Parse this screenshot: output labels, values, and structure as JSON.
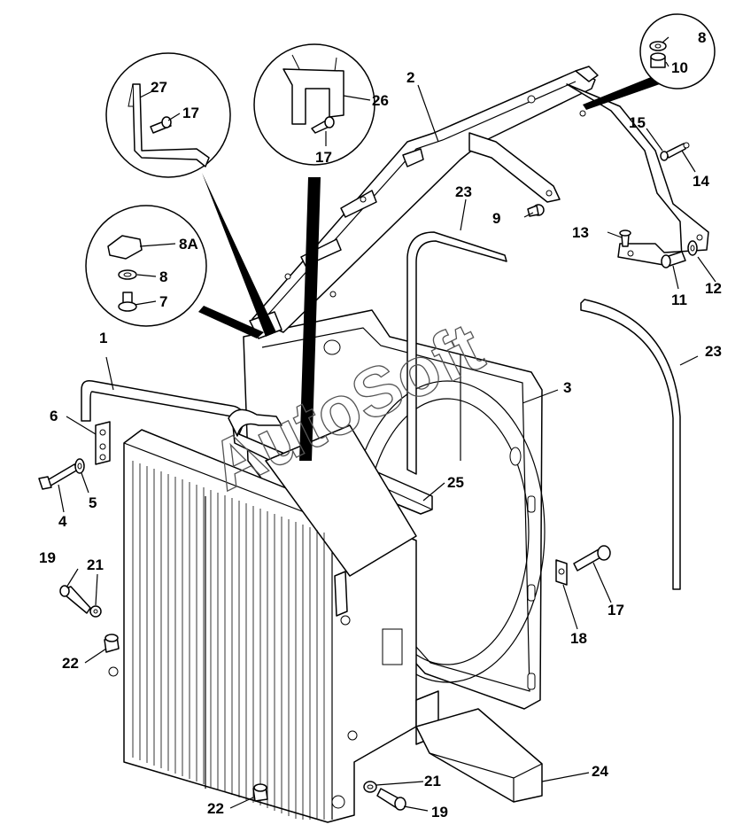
{
  "watermark": "AutoSoft",
  "callouts": [
    {
      "id": "c1",
      "text": "1"
    },
    {
      "id": "c2",
      "text": "2"
    },
    {
      "id": "c3",
      "text": "3"
    },
    {
      "id": "c4",
      "text": "4"
    },
    {
      "id": "c5",
      "text": "5"
    },
    {
      "id": "c6",
      "text": "6"
    },
    {
      "id": "c7",
      "text": "7"
    },
    {
      "id": "c8a",
      "text": "8"
    },
    {
      "id": "c8b",
      "text": "8"
    },
    {
      "id": "c8A",
      "text": "8A"
    },
    {
      "id": "c9",
      "text": "9"
    },
    {
      "id": "c10",
      "text": "10"
    },
    {
      "id": "c11",
      "text": "11"
    },
    {
      "id": "c12",
      "text": "12"
    },
    {
      "id": "c13",
      "text": "13"
    },
    {
      "id": "c14",
      "text": "14"
    },
    {
      "id": "c15",
      "text": "15"
    },
    {
      "id": "c17a",
      "text": "17"
    },
    {
      "id": "c17b",
      "text": "17"
    },
    {
      "id": "c17c",
      "text": "17"
    },
    {
      "id": "c18",
      "text": "18"
    },
    {
      "id": "c19a",
      "text": "19"
    },
    {
      "id": "c19b",
      "text": "19"
    },
    {
      "id": "c21a",
      "text": "21"
    },
    {
      "id": "c21b",
      "text": "21"
    },
    {
      "id": "c22a",
      "text": "22"
    },
    {
      "id": "c22b",
      "text": "22"
    },
    {
      "id": "c23a",
      "text": "23"
    },
    {
      "id": "c23b",
      "text": "23"
    },
    {
      "id": "c24",
      "text": "24"
    },
    {
      "id": "c25",
      "text": "25"
    },
    {
      "id": "c26",
      "text": "26"
    },
    {
      "id": "c27",
      "text": "27"
    }
  ]
}
